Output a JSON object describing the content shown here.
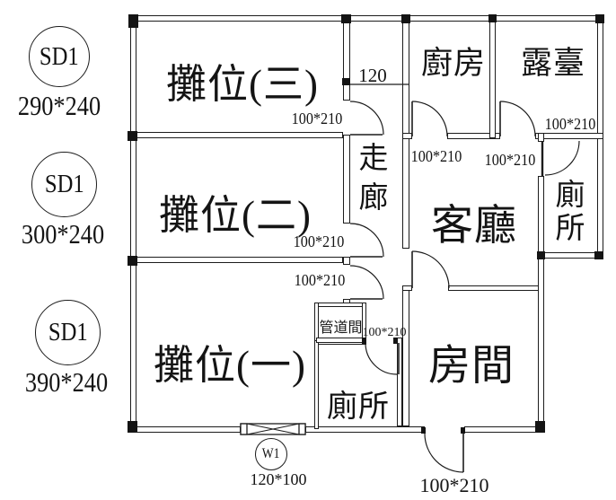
{
  "schedule": {
    "sd_items": [
      {
        "code": "SD1",
        "size": "290*240"
      },
      {
        "code": "SD1",
        "size": "300*240"
      },
      {
        "code": "SD1",
        "size": "390*240"
      }
    ],
    "window_item": {
      "code": "W1",
      "size": "120*100"
    }
  },
  "rooms": {
    "stall3": "攤位(三)",
    "stall2": "攤位(二)",
    "stall1": "攤位(一)",
    "kitchen": "廚房",
    "terrace": "露臺",
    "corridor": "走廊",
    "living_room": "客廳",
    "toilet_right": "廁所",
    "bedroom": "房間",
    "pipe_duct": "管道間",
    "toilet_bottom": "廁所"
  },
  "dimensions": {
    "corridor_width": "120",
    "stall3_door": "100*210",
    "stall2_door": "100*210",
    "stall1_door": "100*210",
    "kitchen_door": "100*210",
    "terrace_door": "100*210",
    "toilet_right_door": "100*210",
    "toilet_bottom_door": "100*210",
    "entry_door": "100*210"
  }
}
